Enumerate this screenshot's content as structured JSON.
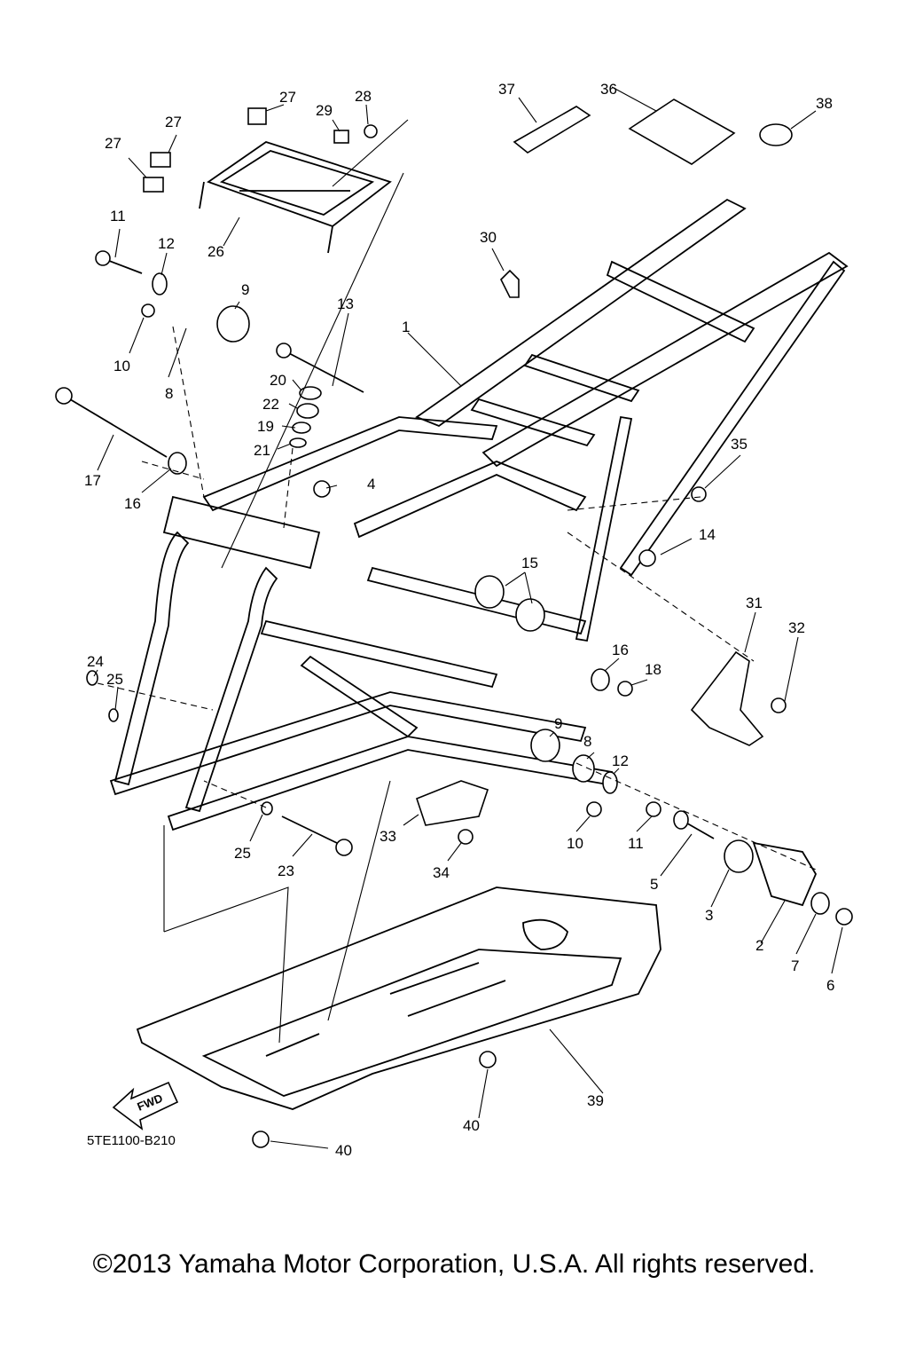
{
  "diagram": {
    "part_numbers": [
      "1",
      "2",
      "3",
      "4",
      "5",
      "6",
      "7",
      "8",
      "8",
      "9",
      "9",
      "10",
      "10",
      "11",
      "11",
      "12",
      "12",
      "13",
      "14",
      "15",
      "16",
      "16",
      "17",
      "18",
      "19",
      "20",
      "21",
      "22",
      "23",
      "24",
      "25",
      "25",
      "26",
      "27",
      "27",
      "27",
      "28",
      "29",
      "30",
      "31",
      "32",
      "33",
      "34",
      "35",
      "36",
      "37",
      "38",
      "39",
      "40",
      "40"
    ],
    "fwd_label": "FWD",
    "diagram_code": "5TE1100-B210"
  },
  "footer": {
    "copyright": "©2013 Yamaha Motor Corporation, U.S.A. All rights reserved."
  }
}
